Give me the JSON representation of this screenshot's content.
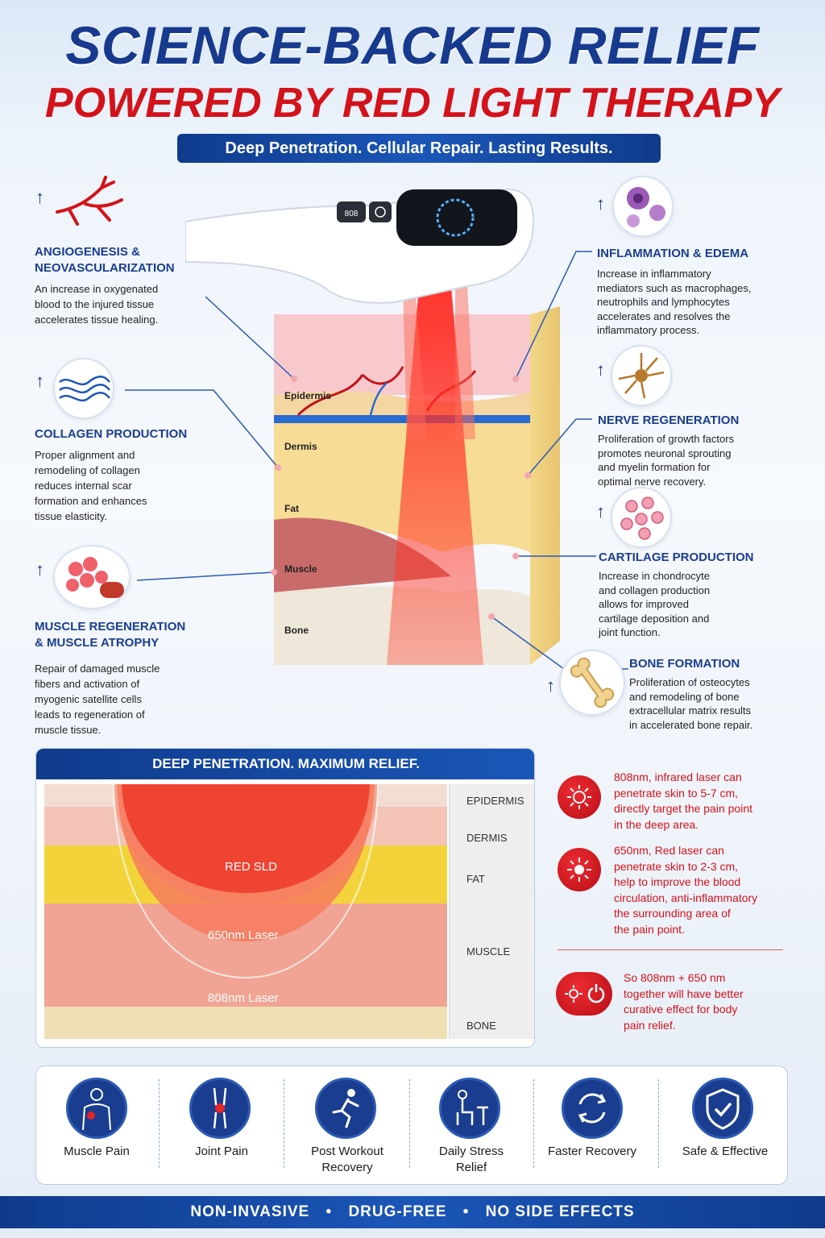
{
  "header": {
    "title_line1": "SCIENCE-BACKED RELIEF",
    "title_line2": "POWERED BY RED LIGHT THERAPY",
    "subtitle": "Deep Penetration. Cellular Repair. Lasting Results."
  },
  "benefits_left": [
    {
      "title_1": "ANGIOGENESIS &",
      "title_2": "NEOVASCULARIZATION",
      "text": [
        "An increase in oxygenated",
        "blood to the injured tissue",
        "accelerates tissue healing."
      ],
      "icon": "blood-vessel-icon"
    },
    {
      "title_1": "COLLAGEN PRODUCTION",
      "title_2": "",
      "text": [
        "Proper alignment and",
        "remodeling of collagen",
        "reduces internal scar",
        "formation and enhances",
        "tissue elasticity."
      ],
      "icon": "collagen-fiber-icon"
    },
    {
      "title_1": "MUSCLE REGENERATION",
      "title_2": "& MUSCLE ATROPHY",
      "text": [
        "Repair of damaged muscle",
        "fibers and activation of",
        "myogenic satellite cells",
        "leads to regeneration of",
        "muscle tissue."
      ],
      "icon": "muscle-fiber-icon"
    }
  ],
  "benefits_right": [
    {
      "title_1": "INFLAMMATION & EDEMA",
      "text": [
        "Increase in inflammatory",
        "mediators such as macrophages,",
        "neutrophils and lymphocytes",
        "accelerates and resolves the",
        "inflammatory process."
      ],
      "icon": "immune-cells-icon"
    },
    {
      "title_1": "NERVE REGENERATION",
      "text": [
        "Proliferation of growth factors",
        "promotes neuronal sprouting",
        "and myelin formation for",
        "optimal nerve recovery."
      ],
      "icon": "neuron-icon"
    },
    {
      "title_1": "CARTILAGE PRODUCTION",
      "text": [
        "Increase in chondrocyte",
        "and collagen production",
        "allows for improved",
        "cartilage deposition and",
        "joint function."
      ],
      "icon": "chondrocytes-icon"
    },
    {
      "title_1": "BONE FORMATION",
      "text": [
        "Proliferation of osteocytes",
        "and remodeling of bone",
        "extracellular matrix results",
        "in accelerated bone repair."
      ],
      "icon": "bone-icon"
    }
  ],
  "diagram": {
    "layers": [
      "Epidermis",
      "Dermis",
      "Fat",
      "Muscle",
      "Bone"
    ],
    "device_button_label": "808"
  },
  "depth_panel": {
    "header": "DEEP PENETRATION. MAXIMUM RELIEF.",
    "layers": [
      "EPIDERMIS",
      "DERMIS",
      "FAT",
      "MUSCLE",
      "BONE"
    ],
    "beams": [
      "RED SLD",
      "650nm Laser",
      "808nm Laser"
    ]
  },
  "notes": [
    {
      "lines": [
        "808nm, infrared laser can",
        "penetrate skin to 5-7 cm,",
        "directly target the pain point",
        "in the deep area."
      ],
      "icon": "sun-icon"
    },
    {
      "lines": [
        "650nm, Red laser can",
        "penetrate skin to 2-3 cm,",
        "help to improve the blood",
        "circulation, anti-inflammatory",
        "the surrounding area of",
        "the pain point."
      ],
      "icon": "sun-rays-icon"
    },
    {
      "lines": [
        "So 808nm + 650 nm",
        "together will have better",
        "curative effect for body",
        "pain relief."
      ],
      "icon": "sun-power-icon"
    }
  ],
  "features": [
    {
      "lines": [
        "Muscle Pain"
      ],
      "icon": "body-pain-icon"
    },
    {
      "lines": [
        "Joint Pain"
      ],
      "icon": "knee-joint-icon"
    },
    {
      "lines": [
        "Post Workout",
        "Recovery"
      ],
      "icon": "running-person-icon"
    },
    {
      "lines": [
        "Daily Stress",
        "Relief"
      ],
      "icon": "desk-sitting-icon"
    },
    {
      "lines": [
        "Faster Recovery"
      ],
      "icon": "cycle-arrows-icon"
    },
    {
      "lines": [
        "Safe & Effective"
      ],
      "icon": "shield-check-icon"
    }
  ],
  "footer": {
    "item1": "NON-INVASIVE",
    "item2": "DRUG-FREE",
    "item3": "NO SIDE EFFECTS"
  },
  "colors": {
    "brand_blue": "#1a3d8f",
    "accent_red": "#d4121a"
  }
}
